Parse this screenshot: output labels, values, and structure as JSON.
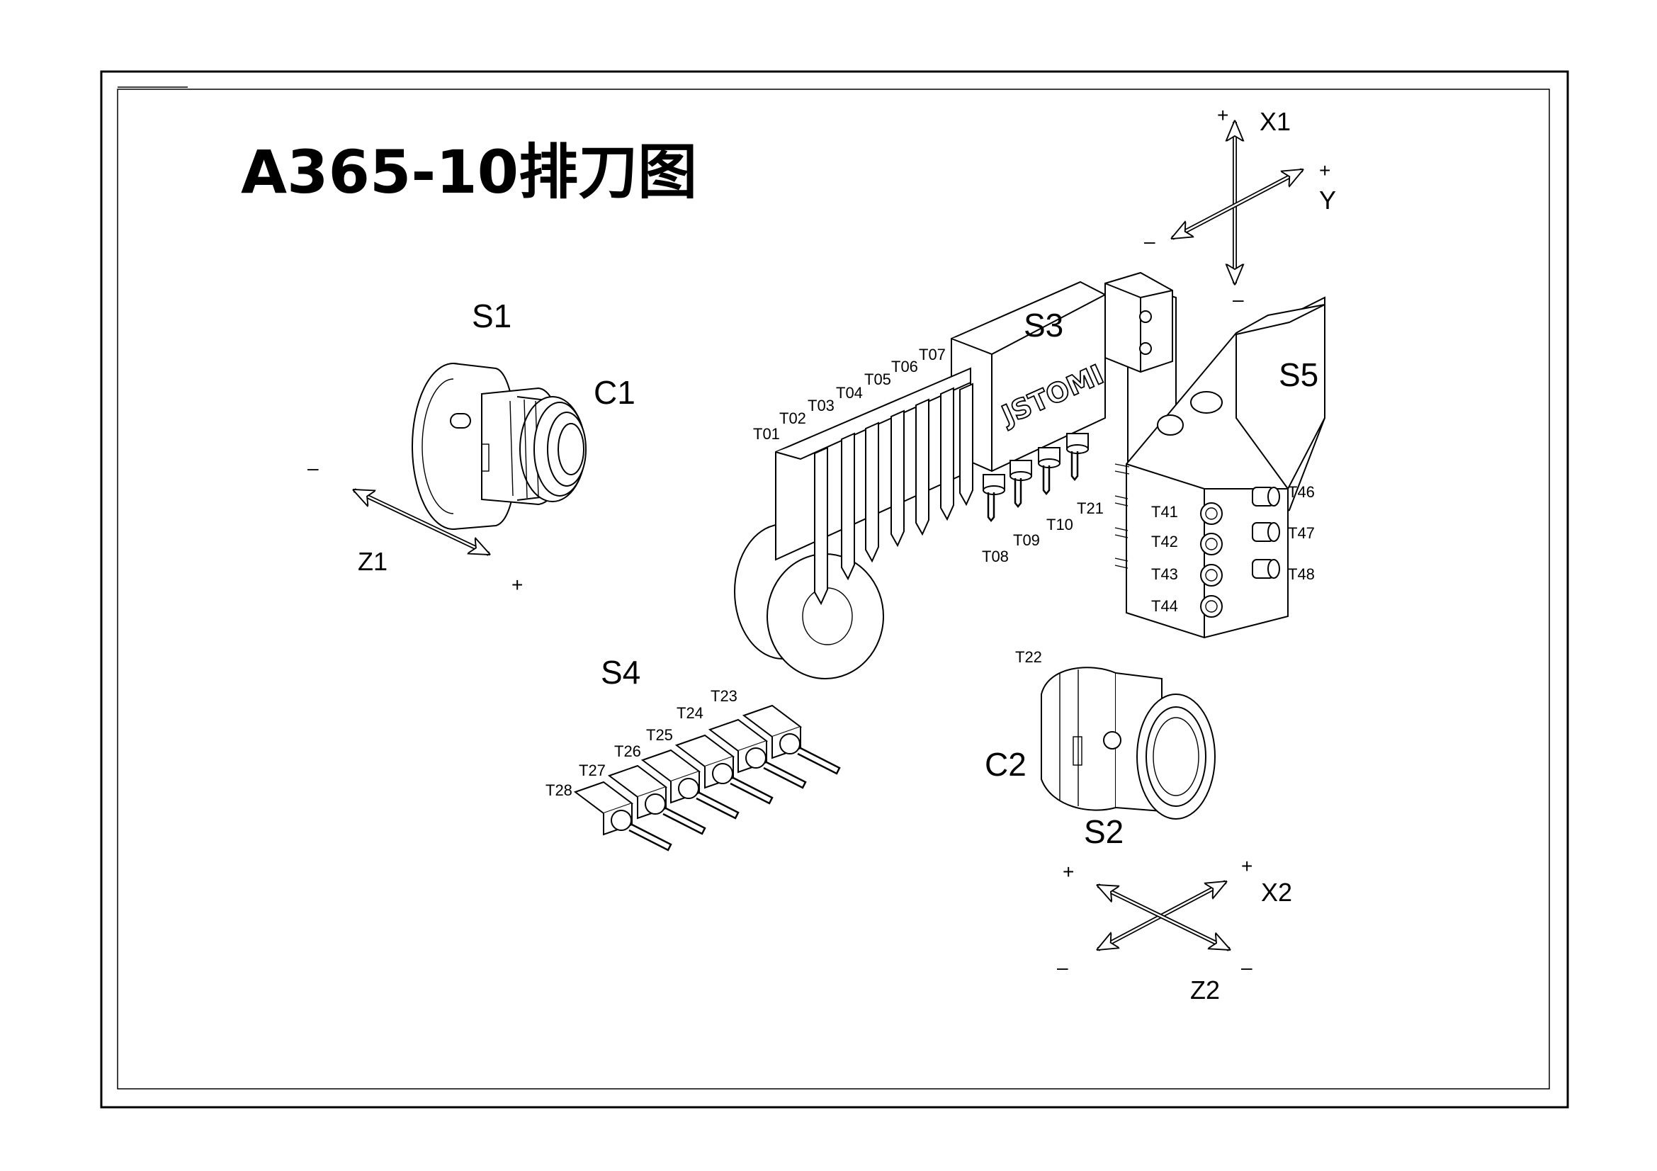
{
  "drawing": {
    "title": "A365-10排刀图"
  },
  "stations": {
    "s1": "S1",
    "s2": "S2",
    "s3": "S3",
    "s4": "S4",
    "s5": "S5"
  },
  "collets": {
    "c1": "C1",
    "c2": "C2"
  },
  "brand": "JSTOMI",
  "gang_tools": [
    "T01",
    "T02",
    "T03",
    "T04",
    "T05",
    "T06",
    "T07"
  ],
  "s3_tools": [
    "T08",
    "T09",
    "T10",
    "T21"
  ],
  "s2_tool": "T22",
  "s4_tools": [
    "T23",
    "T24",
    "T25",
    "T26",
    "T27",
    "T28"
  ],
  "s5_left_tools": [
    "T41",
    "T42",
    "T43",
    "T44"
  ],
  "s5_right_tools": [
    "T46",
    "T47",
    "T48"
  ],
  "axes": {
    "x1y": {
      "x1": "X1",
      "y": "Y",
      "x_plus": "+",
      "x_minus": "–",
      "y_plus": "+",
      "y_minus": "–"
    },
    "z1": {
      "label": "Z1",
      "plus": "+",
      "minus": "–"
    },
    "x2z2": {
      "x2": "X2",
      "z2": "Z2",
      "x2_plus": "+",
      "x2_minus": "–",
      "z2_plus": "+",
      "z2_minus": "–"
    }
  }
}
